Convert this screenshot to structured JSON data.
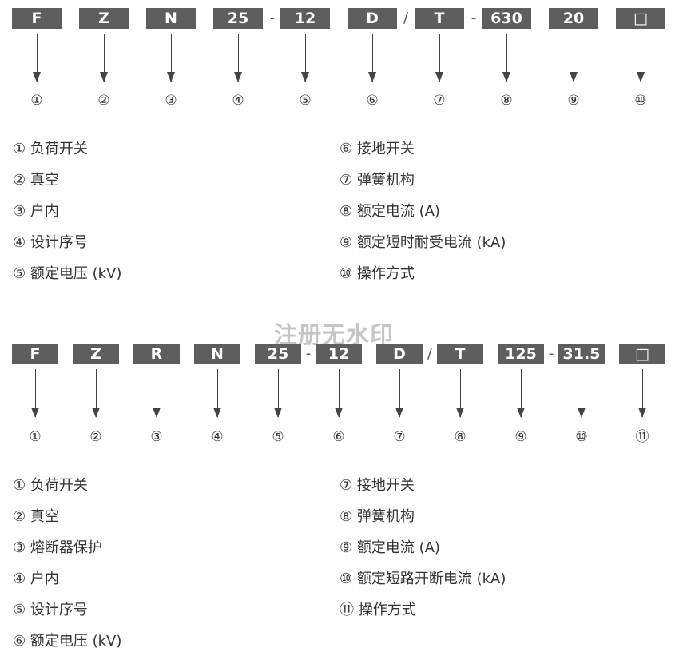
{
  "diagram1": {
    "boxes": [
      "F",
      "Z",
      "N",
      "25",
      "12",
      "D",
      "T",
      "630",
      "20",
      "□"
    ],
    "separators": [
      "-",
      "/",
      "-"
    ],
    "numbers": [
      "①",
      "②",
      "③",
      "④",
      "⑤",
      "⑥",
      "⑦",
      "⑧",
      "⑨",
      "⑩"
    ],
    "legend_left": [
      "① 负荷开关",
      "② 真空",
      "③ 户内",
      "④ 设计序号",
      "⑤ 额定电压 (kV)"
    ],
    "legend_right": [
      "⑥ 接地开关",
      "⑦ 弹簧机构",
      "⑧ 额定电流 (A)",
      "⑨ 额定短时耐受电流 (kA)",
      "⑩ 操作方式"
    ]
  },
  "watermark": "注册无水印",
  "diagram2": {
    "boxes": [
      "F",
      "Z",
      "R",
      "N",
      "25",
      "12",
      "D",
      "T",
      "125",
      "31.5",
      "□"
    ],
    "separators": [
      "-",
      "/",
      "-"
    ],
    "numbers": [
      "①",
      "②",
      "③",
      "④",
      "⑤",
      "⑥",
      "⑦",
      "⑧",
      "⑨",
      "⑩",
      "⑪"
    ],
    "legend_left": [
      "① 负荷开关",
      "② 真空",
      "③ 熔断器保护",
      "④ 户内",
      "⑤ 设计序号",
      "⑥ 额定电压 (kV)"
    ],
    "legend_right": [
      "⑦ 接地开关",
      "⑧ 弹簧机构",
      "⑨ 额定电流 (A)",
      "⑩ 额定短路开断电流 (kA)",
      "⑪ 操作方式"
    ]
  }
}
